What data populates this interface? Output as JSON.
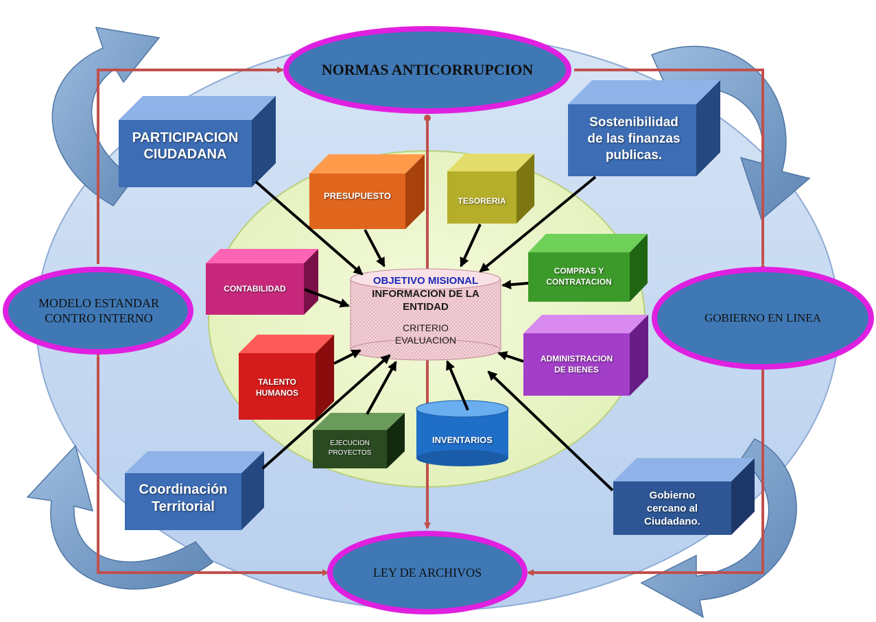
{
  "ellipse_nodes": {
    "top": "NORMAS ANTICORRUPCION",
    "left": "MODELO ESTANDAR\nCONTRO INTERNO",
    "right": "GOBIERNO EN LINEA",
    "bottom": "LEY DE ARCHIVOS"
  },
  "outer_boxes": {
    "top_left": "PARTICIPACION\nCIUDADANA",
    "top_right": "Sostenibilidad\nde las finanzas\npublicas.",
    "bottom_left": "Coordinación\nTerritorial",
    "bottom_right": "Gobierno\ncercano al\nCiudadano."
  },
  "inner_boxes": {
    "presupuesto": "PRESUPUESTO",
    "tesoreria": "TESORERIA",
    "contabilidad": "CONTABILIDAD",
    "compras": "COMPRAS Y\nCONTRATACION",
    "talento": "TALENTO\nHUMANOS",
    "administracion": "ADMINISTRACION\nDE BIENES",
    "ejecucion": "EJECUCION\nPROYECTOS",
    "inventarios": "INVENTARIOS"
  },
  "center": {
    "title": "OBJETIVO MISIONAL",
    "line1": "INFORMACION DE LA\nENTIDAD",
    "line2": "CRITERIO\nEVALUACION"
  },
  "colors": {
    "outer_ellipse": "#c6d9f1",
    "inner_ellipse": "#eaf5c6",
    "node_fill": "#3f78b5",
    "node_ring": "#e020e0",
    "connector": "#c0504d",
    "cycle_arrow": "#7ea4cc"
  }
}
